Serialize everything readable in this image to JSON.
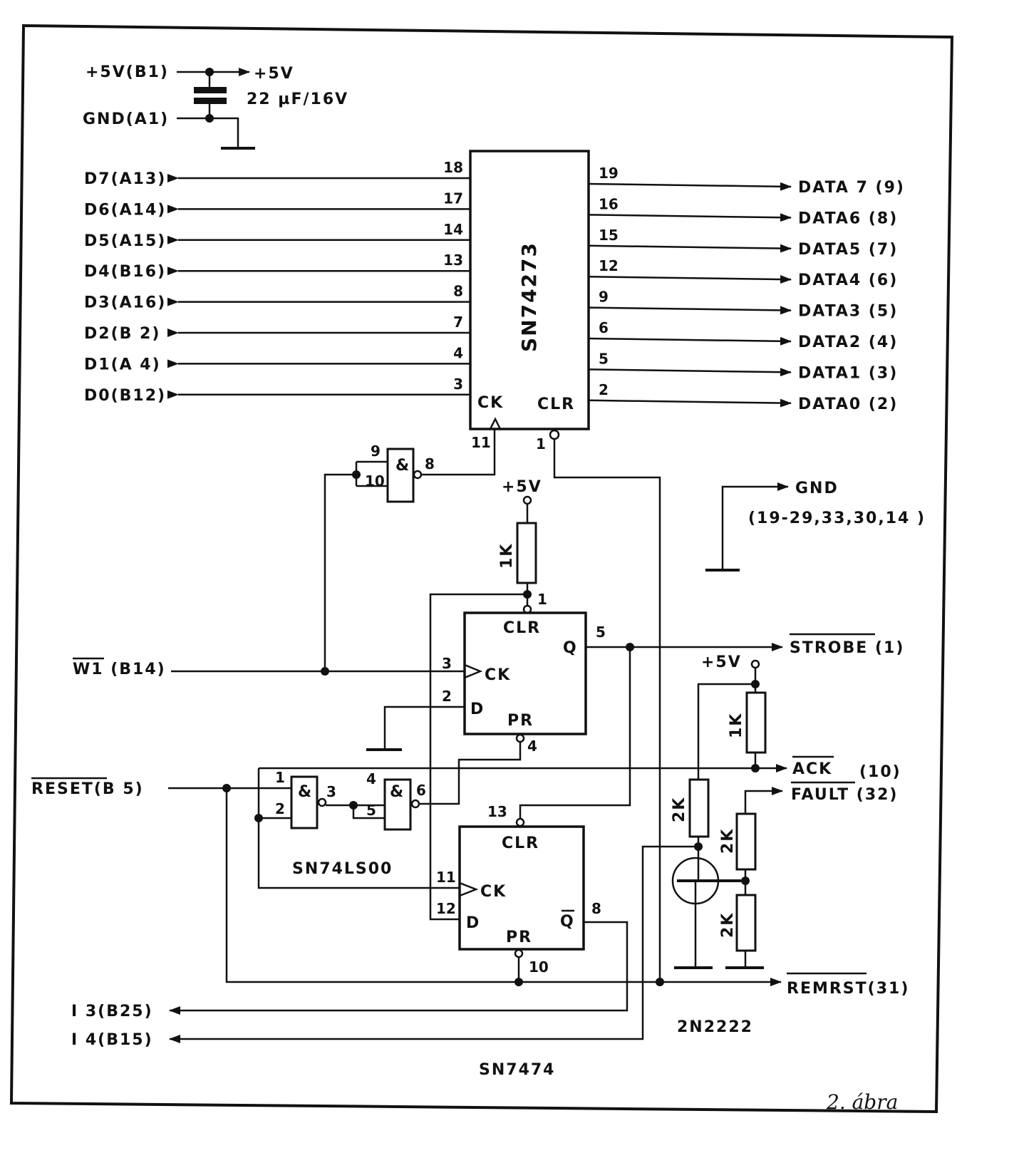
{
  "figure": {
    "caption": "2. ábra"
  },
  "power": {
    "vcc_in": "+5V(B1)",
    "vcc_out": "+5V",
    "gnd_in": "GND(A1)",
    "capacitor": "22 µF/16V"
  },
  "latch": {
    "name": "SN74273",
    "ck_label": "CK",
    "clr_label": "CLR",
    "ck_pin": "11",
    "clr_pin": "1",
    "inputs": [
      {
        "label": "D7(A13)",
        "pin": "18"
      },
      {
        "label": "D6(A14)",
        "pin": "17"
      },
      {
        "label": "D5(A15)",
        "pin": "14"
      },
      {
        "label": "D4(B16)",
        "pin": "13"
      },
      {
        "label": "D3(A16)",
        "pin": "8"
      },
      {
        "label": "D2(B 2)",
        "pin": "7"
      },
      {
        "label": "D1(A 4)",
        "pin": "4"
      },
      {
        "label": "D0(B12)",
        "pin": "3"
      }
    ],
    "outputs": [
      {
        "label": "DATA 7 (9)",
        "pin": "19"
      },
      {
        "label": "DATA6 (8)",
        "pin": "16"
      },
      {
        "label": "DATA5 (7)",
        "pin": "15"
      },
      {
        "label": "DATA4 (6)",
        "pin": "12"
      },
      {
        "label": "DATA3 (5)",
        "pin": "9"
      },
      {
        "label": "DATA2 (4)",
        "pin": "6"
      },
      {
        "label": "DATA1 (3)",
        "pin": "5"
      },
      {
        "label": "DATA0 (2)",
        "pin": "2"
      }
    ]
  },
  "inverter_gate": {
    "symbol": "&",
    "pin_a": "9",
    "pin_b": "10",
    "pin_out": "8"
  },
  "gnd_connector": {
    "label": "GND",
    "pins": "(19-29,33,30,14 )"
  },
  "flipflop_top": {
    "vcc": "+5V",
    "resistor": "1K",
    "clr_label": "CLR",
    "ck_label": "CK",
    "d_label": "D",
    "pr_label": "PR",
    "q_label": "Q",
    "pin_clr": "1",
    "pin_ck": "3",
    "pin_d": "2",
    "pin_pr": "4",
    "pin_q": "5"
  },
  "flipflop_bottom": {
    "clr_label": "CLR",
    "ck_label": "CK",
    "d_label": "D",
    "pr_label": "PR",
    "qbar_label": "Q",
    "pin_clr": "13",
    "pin_ck": "11",
    "pin_d": "12",
    "pin_pr": "10",
    "pin_qbar": "8"
  },
  "nand_gates": {
    "name": "SN74LS00",
    "symbol": "&",
    "g1_in1": "1",
    "g1_in2": "2",
    "g1_out": "3",
    "g2_in1": "4",
    "g2_in2": "5",
    "g2_out": "6"
  },
  "signals": {
    "w1": "W1 (B14)",
    "reset": "RESET(B  5)",
    "strobe": "STROBE (1)",
    "ack": "ACK",
    "ack_pin": "(10)",
    "fault": "FAULT (32)",
    "remrst": "REMRST(31)",
    "i3": "I 3(B25)",
    "i4": "I 4(B15)"
  },
  "ack_circuit": {
    "vcc": "+5V",
    "pullup": "1K",
    "base_resistor": "2K",
    "divider_top": "2K",
    "divider_bottom": "2K",
    "transistor": "2N2222"
  },
  "flipflop_chip_name": "SN7474"
}
